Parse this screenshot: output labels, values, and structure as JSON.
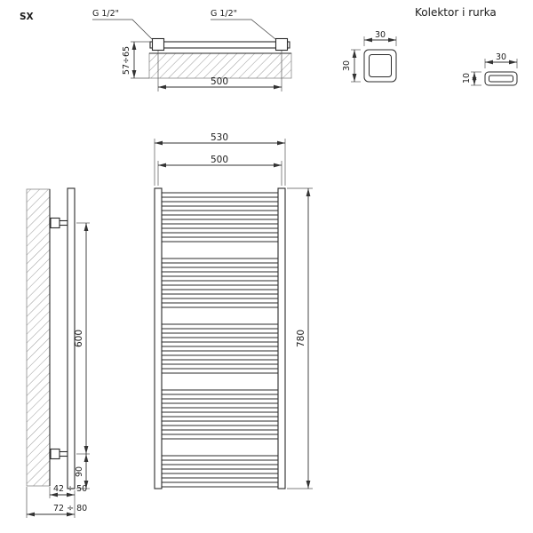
{
  "variant_label": "SX",
  "top_view": {
    "thread_left": "G 1/2\"",
    "thread_right": "G 1/2\"",
    "axis_width": "500",
    "wall_distance": "57÷65"
  },
  "collector_section": {
    "title": "Kolektor i rurka",
    "collector_width": "30",
    "collector_height": "30",
    "tube_width": "30",
    "tube_height": "10"
  },
  "front_view": {
    "overall_width": "530",
    "axis_width": "500",
    "height": "780"
  },
  "side_view": {
    "bracket_span": "600",
    "bottom_offset": "90",
    "depth_range_near": "42 ÷ 50",
    "depth_range_total": "72 ÷ 80"
  }
}
